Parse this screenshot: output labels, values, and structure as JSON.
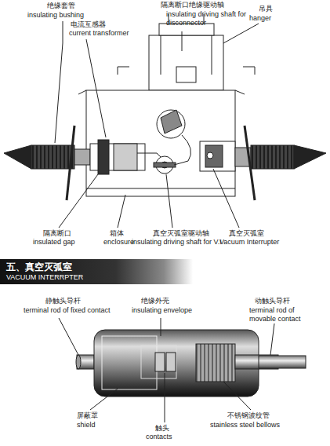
{
  "diagram": {
    "nodes": [
      {
        "text": [
          "五、真空灭弧室",
          "VACUUM INTERRPTER"
        ]
      }
    ],
    "labels": [
      "绝缘套管",
      "insulating bushing",
      "电流互感器",
      "current transformer",
      "隔离断口绝缘驱动轴",
      "insulating driving shaft for disconnector",
      "吊具",
      "hanger",
      "隔离断口",
      "insulated gap",
      "箱体",
      "enclosure",
      "真空灭弧室驱动轴",
      "insulating driving shaft for V.I",
      "真空灭弧室",
      "Vacuum Interrupter",
      "静触头导杆",
      "terminal rod of fixed contact",
      "绝缘外壳",
      "insulating envelope",
      "动触头导杆",
      "terminal rod of movable contact",
      "屏蔽罩",
      "shield",
      "触头",
      "contacts",
      "不锈钢波纹管",
      "stainless steel bellows"
    ]
  }
}
